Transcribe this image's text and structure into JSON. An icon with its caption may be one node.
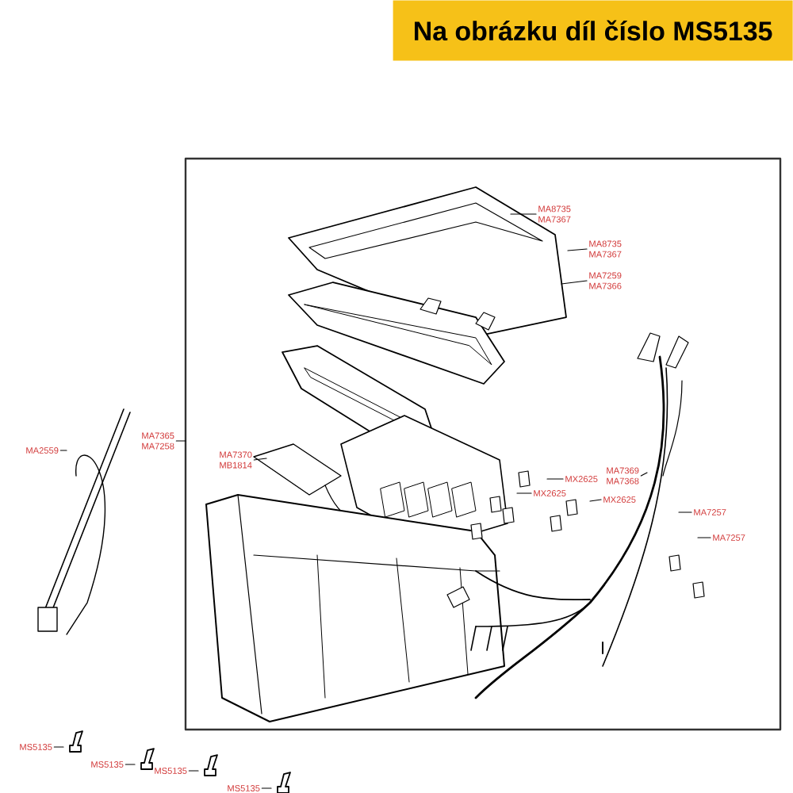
{
  "diagram": {
    "title": "Na obrázku díl číslo MS5135",
    "nodes": [
      {
        "text": [
          "MA8735",
          "MA7367"
        ]
      },
      {
        "text": [
          "MA8735",
          "MA7367"
        ]
      },
      {
        "text": [
          "MA7259",
          "MA7366"
        ]
      },
      {
        "text": [
          "MA2559"
        ]
      },
      {
        "text": [
          "MA7365",
          "MA7258"
        ]
      },
      {
        "text": [
          "MA7370",
          "MB1814"
        ]
      },
      {
        "text": [
          "MX2625"
        ]
      },
      {
        "text": [
          "MX2625"
        ]
      },
      {
        "text": [
          "MX2625"
        ]
      },
      {
        "text": [
          "MA7369",
          "MA7368"
        ]
      },
      {
        "text": [
          "MA7257"
        ]
      },
      {
        "text": [
          "MA7257"
        ]
      },
      {
        "text": [
          "MS5135"
        ]
      },
      {
        "text": [
          "MS5135"
        ]
      },
      {
        "text": [
          "MS5135"
        ]
      },
      {
        "text": [
          "MS5135"
        ]
      }
    ],
    "edges": [
      {
        "from": 0,
        "to": null,
        "arrow": "none"
      },
      {
        "from": 1,
        "to": null,
        "arrow": "none"
      },
      {
        "from": 2,
        "to": null,
        "arrow": "none"
      },
      {
        "from": 3,
        "to": null,
        "arrow": "none"
      },
      {
        "from": 4,
        "to": null,
        "arrow": "none"
      },
      {
        "from": 5,
        "to": null,
        "arrow": "none"
      },
      {
        "from": 6,
        "to": null,
        "arrow": "none"
      },
      {
        "from": 7,
        "to": null,
        "arrow": "none"
      },
      {
        "from": 8,
        "to": null,
        "arrow": "none"
      },
      {
        "from": 9,
        "to": null,
        "arrow": "none"
      },
      {
        "from": 10,
        "to": null,
        "arrow": "none"
      },
      {
        "from": 11,
        "to": null,
        "arrow": "none"
      },
      {
        "from": 12,
        "to": null,
        "arrow": "none"
      },
      {
        "from": 13,
        "to": null,
        "arrow": "none"
      },
      {
        "from": 14,
        "to": null,
        "arrow": "none"
      },
      {
        "from": 15,
        "to": null,
        "arrow": "none"
      }
    ]
  }
}
